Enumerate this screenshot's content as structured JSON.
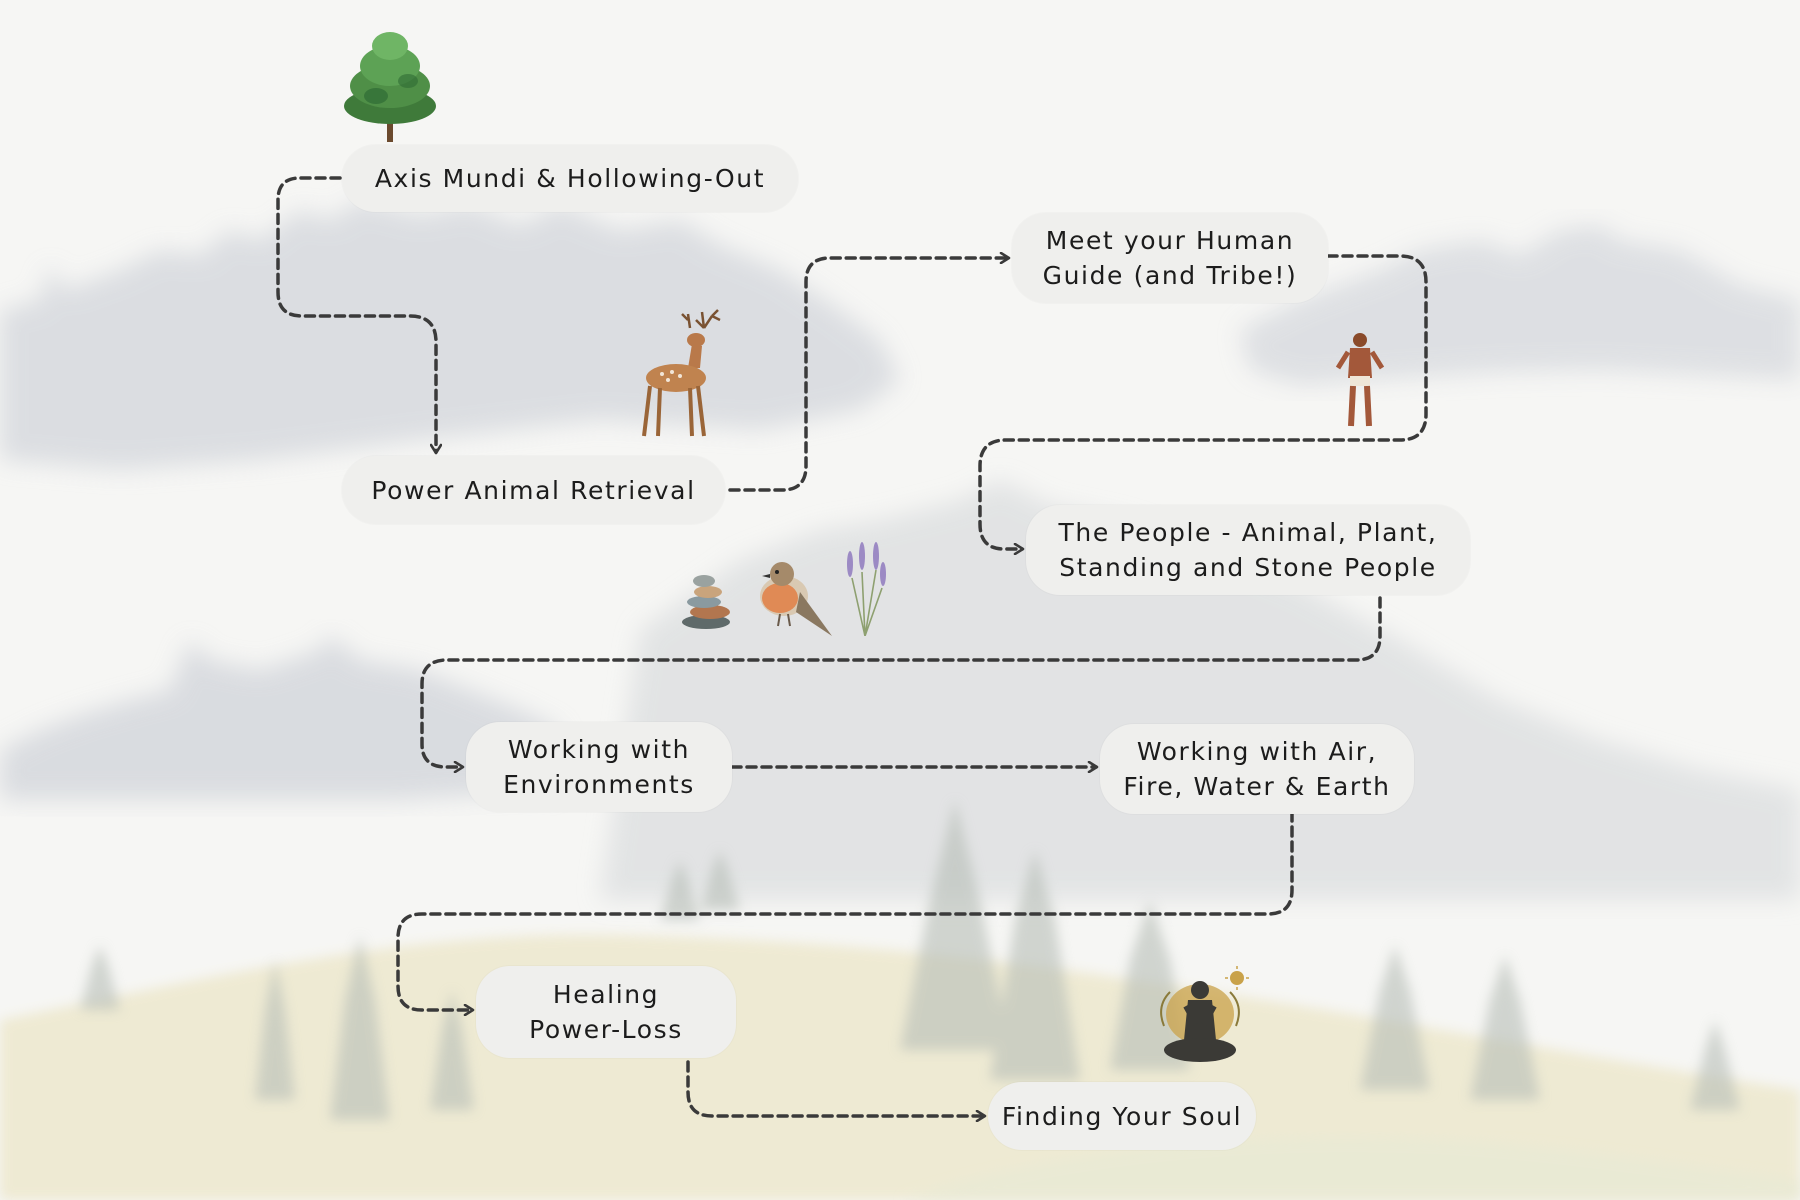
{
  "diagram": {
    "steps": [
      {
        "id": "axis-mundi",
        "label": "Axis Mundi & Hollowing-Out"
      },
      {
        "id": "power-animal",
        "label": "Power Animal Retrieval"
      },
      {
        "id": "human-guide",
        "label": "Meet your Human\nGuide (and Tribe!)"
      },
      {
        "id": "the-people",
        "label": "The People - Animal, Plant,\nStanding and Stone People"
      },
      {
        "id": "environments",
        "label": "Working with\nEnvironments"
      },
      {
        "id": "elements",
        "label": "Working with Air,\nFire, Water & Earth"
      },
      {
        "id": "healing",
        "label": "Healing\nPower-Loss"
      },
      {
        "id": "soul",
        "label": "Finding Your Soul"
      }
    ],
    "illustrations": [
      "tree-icon",
      "deer-icon",
      "human-guide-icon",
      "stones-icon",
      "robin-icon",
      "lavender-icon",
      "meditation-icon"
    ],
    "colors": {
      "background": "#f6f6f4",
      "node": "#efefed",
      "connector": "#3a3a3a",
      "mist": "#c9ccd4",
      "hill": "#ece6c8",
      "trees": "#b4bbb4"
    }
  }
}
